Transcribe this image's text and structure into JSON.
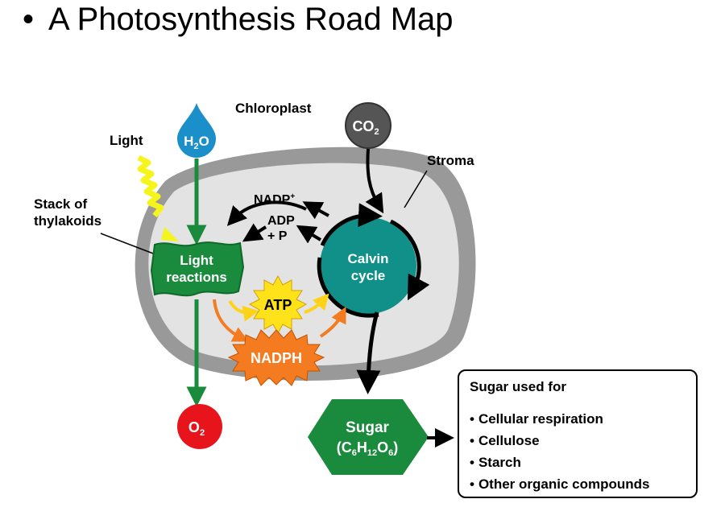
{
  "title": {
    "bullet": "•",
    "text": "A Photosynthesis Road Map"
  },
  "labels": {
    "chloroplast": "Chloroplast",
    "light": "Light",
    "stack_of_thylakoids_line1": "Stack of",
    "stack_of_thylakoids_line2": "thylakoids",
    "stroma": "Stroma",
    "nadp": "NADP",
    "nadp_sup": "+",
    "adp_line1": "ADP",
    "adp_line2": "+ P",
    "atp": "ATP",
    "nadph": "NADPH",
    "light_reactions_line1": "Light",
    "light_reactions_line2": "reactions",
    "calvin_line1": "Calvin",
    "calvin_line2": "cycle"
  },
  "molecules": {
    "h2o": {
      "main": "H",
      "sub": "2",
      "tail": "O"
    },
    "co2": {
      "main": "CO",
      "sub": "2"
    },
    "o2": {
      "main": "O",
      "sub": "2"
    },
    "sugar_name": "Sugar",
    "sugar_formula": {
      "c": "C",
      "c_sub": "6",
      "h": "H",
      "h_sub": "12",
      "o": "O",
      "o_sub": "6"
    }
  },
  "sugar_uses": {
    "title": "Sugar used for",
    "items": [
      "Cellular respiration",
      "Cellulose",
      "Starch",
      "Other organic compounds"
    ]
  },
  "colors": {
    "water_blue": "#1a8fc9",
    "co2_gray": "#555555",
    "o2_red": "#e8141b",
    "green": "#1a8a3c",
    "teal": "#119089",
    "atp_yellow": "#ffe21a",
    "nadph_orange": "#f47b20",
    "membrane_gray": "#999999",
    "stroma_fill": "#e3e3e3",
    "light_yellow": "#f5f51b"
  }
}
